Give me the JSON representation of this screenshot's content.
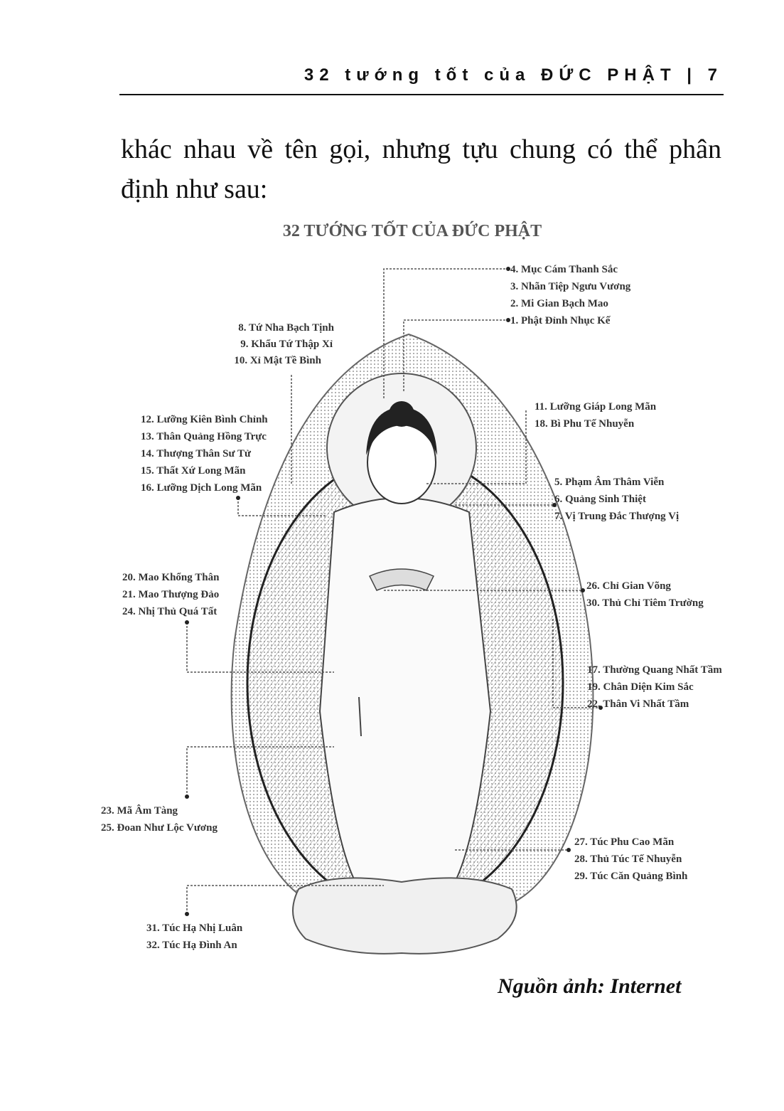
{
  "header": {
    "running_title": "32 tướng tốt của ĐỨC PHẬT | 7"
  },
  "body": {
    "paragraph": "khác nhau về tên gọi, nhưng tựu chung có thể phân định như sau:"
  },
  "figure": {
    "title": "32 TƯỚNG TỐT CỦA ĐỨC PHẬT",
    "labels": [
      "4. Mục Cám Thanh Sắc",
      "3. Nhãn Tiệp Ngưu Vương",
      "2. Mi Gian Bạch Mao",
      "1. Phật Đỉnh Nhục Kế",
      "8. Tứ Nha Bạch Tịnh",
      "9. Khẩu Tứ Thập Xỉ",
      "10. Xỉ Mật Tề Bình",
      "11. Lưỡng Giáp Long Mãn",
      "18. Bì Phu Tế Nhuyễn",
      "12. Lưỡng Kiên Bình Chỉnh",
      "13. Thân Quảng Hồng Trực",
      "14. Thượng Thân Sư Tử",
      "15. Thất Xứ Long Mãn",
      "16. Lưỡng Dịch Long Mãn",
      "5. Phạm Âm Thâm Viễn",
      "6. Quảng Sinh Thiệt",
      "7. Vị Trung Đắc Thượng Vị",
      "20. Mao Khổng Thân",
      "21. Mao Thượng Đảo",
      "24. Nhị Thủ Quá Tất",
      "26. Chỉ Gian Võng",
      "30. Thủ Chỉ Tiêm Trường",
      "17. Thường Quang Nhất Tầm",
      "19. Chân Diện Kim Sắc",
      "22. Thân Vi Nhất Tầm",
      "23. Mã Âm Tàng",
      "25. Đoan Như Lộc Vương",
      "27. Túc Phu Cao Mãn",
      "28. Thủ Túc Tế Nhuyễn",
      "29. Túc Căn Quảng Bình",
      "31. Túc Hạ Nhị Luân",
      "32. Túc Hạ Đình An"
    ],
    "caption": "Nguồn ảnh: Internet"
  }
}
